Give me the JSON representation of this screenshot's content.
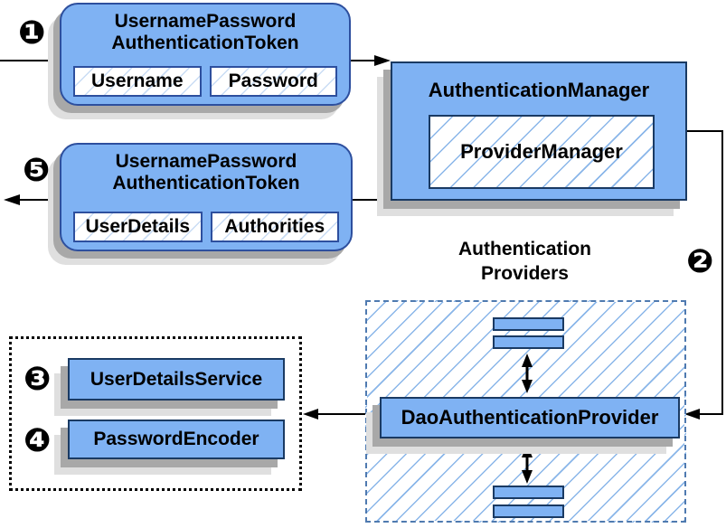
{
  "colors": {
    "background": "#ffffff",
    "text": "#000000",
    "box_fill": "#7fb2f3",
    "token_border": "#2d4f9e",
    "rect_border": "#1a3a63",
    "hatch_line": "#8ab6e9",
    "hatch_faint": "#c9dcf4",
    "dashed_border": "#4f7ab0",
    "dotted_border": "#000000",
    "shadow_dark": "#a8a8a8",
    "shadow_light": "#dfdfdf",
    "arrow": "#000000"
  },
  "badges": {
    "step1": "❶",
    "step2": "❷",
    "step3": "❸",
    "step4": "❹",
    "step5": "❺"
  },
  "request_token": {
    "title_line1": "UsernamePassword",
    "title_line2": "AuthenticationToken",
    "fields": [
      "Username",
      "Password"
    ]
  },
  "authentication_manager": {
    "title": "AuthenticationManager",
    "provider_manager": "ProviderManager"
  },
  "response_token": {
    "title_line1": "UsernamePassword",
    "title_line2": "AuthenticationToken",
    "fields": [
      "UserDetails",
      "Authorities"
    ]
  },
  "authentication_providers": {
    "heading_line1": "Authentication",
    "heading_line2": "Providers",
    "dao_provider": "DaoAuthenticationProvider"
  },
  "services": {
    "user_details_service": "UserDetailsService",
    "password_encoder": "PasswordEncoder"
  }
}
